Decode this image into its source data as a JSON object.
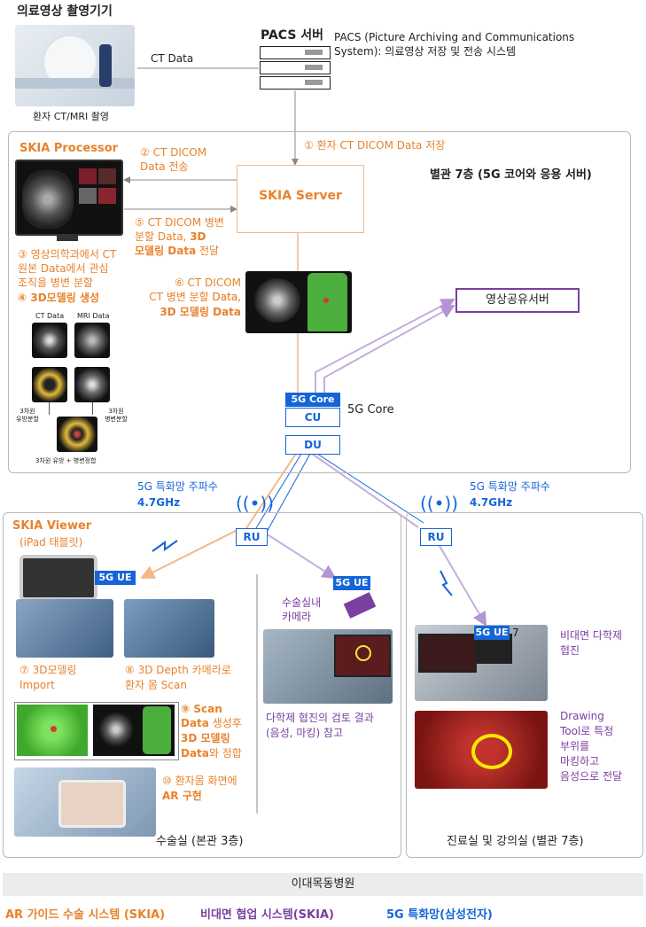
{
  "equip": {
    "title": "의료영상 촬영기기",
    "caption": "환자 CT/MRI 촬영"
  },
  "ct_data": "CT Data",
  "pacs": {
    "title": "PACS 서버",
    "desc1": "PACS (Picture Archiving and Communications",
    "desc2": "System): 의료영상 저장 및 전송 시스템"
  },
  "skia_processor": "SKIA Processor",
  "skia_server": "SKIA Server",
  "annex_label": "별관 7층 (5G 코어와 응용 서버)",
  "steps": {
    "s1": "① 환자 CT DICOM Data 저장",
    "s2a": "② CT DICOM",
    "s2b": "Data 전송",
    "s3a": "③ 영상의학과에서 CT",
    "s3b": "원본 Data에서 관심",
    "s3c": "조직을 병변 분할",
    "s4": "④ 3D모델링 생성",
    "s5a": "⑤ CT DICOM 병변",
    "s5b": "분할 Data, ",
    "s5c": "3D",
    "s5d": "모델링 Data",
    "s5e": " 전달",
    "s6a": "⑥ CT DICOM Data,",
    "s6b": "CT 병변 분할 Data,",
    "s6c": "3D 모델링 Data"
  },
  "ct_mri": {
    "ct": "CT Data",
    "mri": "MRI Data",
    "seg3d_left": "3차원\n유방분할",
    "seg3d_right": "3차원\n병변분할",
    "match": "3차원 유방 + 병변정합"
  },
  "imaging_server": "영상공유서버",
  "core": {
    "core_chip": "5G Core",
    "cu": "CU",
    "du": "DU",
    "label": "5G Core"
  },
  "freq": {
    "left1": "5G 특화망 주파수",
    "left2": "4.7GHz",
    "right1": "5G 특화망 주파수",
    "right2": "4.7GHz"
  },
  "ru_left": "RU",
  "ru_right": "RU",
  "viewer": {
    "title": "SKIA Viewer",
    "sub": "(iPad 태블릿)",
    "ue": "5G UE"
  },
  "s7a": "⑦ 3D모델링",
  "s7b": "Import",
  "s8a": "⑧ 3D Depth 카메라로",
  "s8b": "환자 몸 Scan",
  "s9a": "⑨ Scan",
  "s9b": "Data",
  "s9c": " 생성후",
  "s9d": "3D 모델링",
  "s9e": "Data",
  "s9f": "와 정합",
  "s10a": "⑩ 환자몸 화면에",
  "s10b": "AR 구현",
  "camera": {
    "ue": "5G UE",
    "label1": "수술실내",
    "label2": "카메라"
  },
  "review1": "다학제 협진의 검토 결과",
  "review2": "(음성, 마킹) 참고",
  "or_label": "수술실 (본관 3층)",
  "remote": {
    "ue": "5G UE",
    "num": "7",
    "desc1": "비대면 다학제",
    "desc2": "협진",
    "draw1": "Drawing",
    "draw2": "Tool로 특정",
    "draw3": "부위를",
    "draw4": "마킹하고",
    "draw5": "음성으로 전달"
  },
  "clinic_label": "진료실 및 강의실 (별관 7층)",
  "hospital": "이대목동병원",
  "legend": {
    "ar": "AR 가이드 수술 시스템 (SKIA)",
    "remote": "비대면 협업 시스템(SKIA)",
    "net": "5G 특화망(삼성전자)"
  },
  "colors": {
    "orange": "#e8822c",
    "purple": "#7a3fa0",
    "blue": "#1565d8"
  }
}
